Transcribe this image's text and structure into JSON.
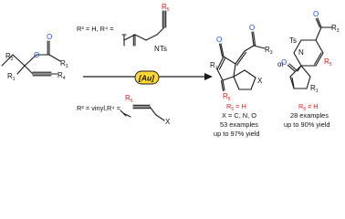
{
  "colors": {
    "oxygen": "#1f4fd1",
    "r5_highlight": "#d81a1a",
    "catalyst_box": "#fdd835",
    "bond": "#1a1a1a"
  },
  "substrate": {
    "r1": "R",
    "r1_sub": "1",
    "r2": "R",
    "r2_sub": "2",
    "r3": "R",
    "r3_sub": "3",
    "r4": "R",
    "r4_sub": "4",
    "o_ester": "O",
    "o_carbonyl": "O"
  },
  "conditions": {
    "top": {
      "text": "R² = H, R⁴ =",
      "ts": "Ts",
      "n": "N",
      "r5": "R",
      "r5_sub": "5"
    },
    "catalyst": "[Au]",
    "bottom": {
      "text": "R² = vinyl,R⁴ =",
      "r5": "R",
      "r5_sub": "5",
      "x": "X"
    }
  },
  "product_left": {
    "labels": {
      "r1": "R",
      "r1_sub": "1",
      "r3": "R",
      "r3_sub": "3",
      "r5": "R",
      "r5_sub": "5",
      "o_ketone": "O",
      "o_acyl": "O",
      "x": "X"
    },
    "result_line1_a": "R",
    "result_line1_sub": "5",
    "result_line1_b": " = H",
    "result_line2": "X = C, N, O",
    "result_line3": "53 examples",
    "result_line4": "up to 97% yield"
  },
  "or_text": "or",
  "product_right": {
    "labels": {
      "r1": "R",
      "r1_sub": "1",
      "r3": "R",
      "r3_sub": "3",
      "r5": "R",
      "r5_sub": "5",
      "o_ketone": "O",
      "o_acyl": "O",
      "ts": "Ts",
      "n": "N"
    },
    "result_line1_a": "R",
    "result_line1_sub": "5",
    "result_line1_b": " ≠ H",
    "result_line3": "28 examples",
    "result_line4": "up to 90% yield"
  }
}
